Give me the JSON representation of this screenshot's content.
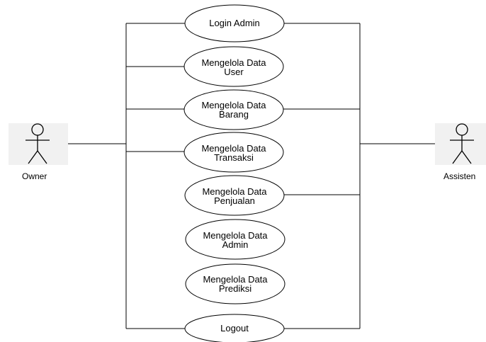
{
  "actors": [
    {
      "id": "owner",
      "label": "Owner"
    },
    {
      "id": "assisten",
      "label": "Assisten"
    }
  ],
  "use_cases": [
    {
      "id": "login-admin",
      "lines": [
        "Login Admin"
      ]
    },
    {
      "id": "mengelola-data-user",
      "lines": [
        "Mengelola Data",
        "User"
      ]
    },
    {
      "id": "mengelola-data-barang",
      "lines": [
        "Mengelola Data",
        "Barang"
      ]
    },
    {
      "id": "mengelola-data-transaksi",
      "lines": [
        "Mengelola Data",
        "Transaksi"
      ]
    },
    {
      "id": "mengelola-data-penjualan",
      "lines": [
        "Mengelola Data",
        "Penjualan"
      ]
    },
    {
      "id": "mengelola-data-admin",
      "lines": [
        "Mengelola Data",
        "Admin"
      ]
    },
    {
      "id": "mengelola-data-prediksi",
      "lines": [
        "Mengelola Data",
        "Prediksi"
      ]
    },
    {
      "id": "logout",
      "lines": [
        "Logout"
      ]
    }
  ]
}
